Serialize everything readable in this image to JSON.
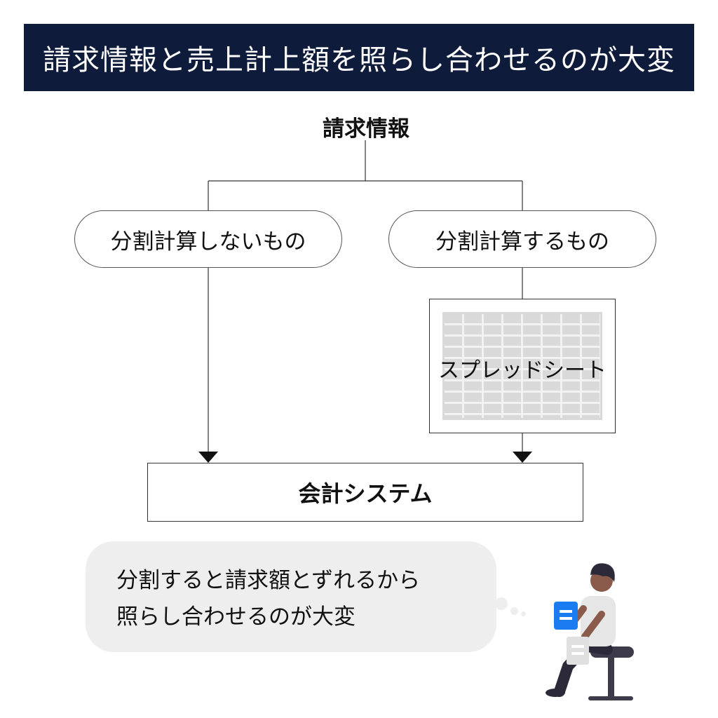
{
  "banner": {
    "title": "請求情報と売上計上額を照らし合わせるのが大変"
  },
  "diagram": {
    "root": "請求情報",
    "branch_left": "分割計算しないもの",
    "branch_right": "分割計算するもの",
    "spreadsheet": "スプレッドシート",
    "target": "会計システム"
  },
  "speech": {
    "line1": "分割すると請求額とずれるから",
    "line2": "照らし合わせるのが大変"
  },
  "colors": {
    "banner_bg": "#0f1b3a",
    "bubble_bg": "#eeeeee",
    "accent_doc": "#1a7cf0"
  },
  "icons": {
    "person": "person-reading-illustration",
    "document": "document-icon"
  }
}
